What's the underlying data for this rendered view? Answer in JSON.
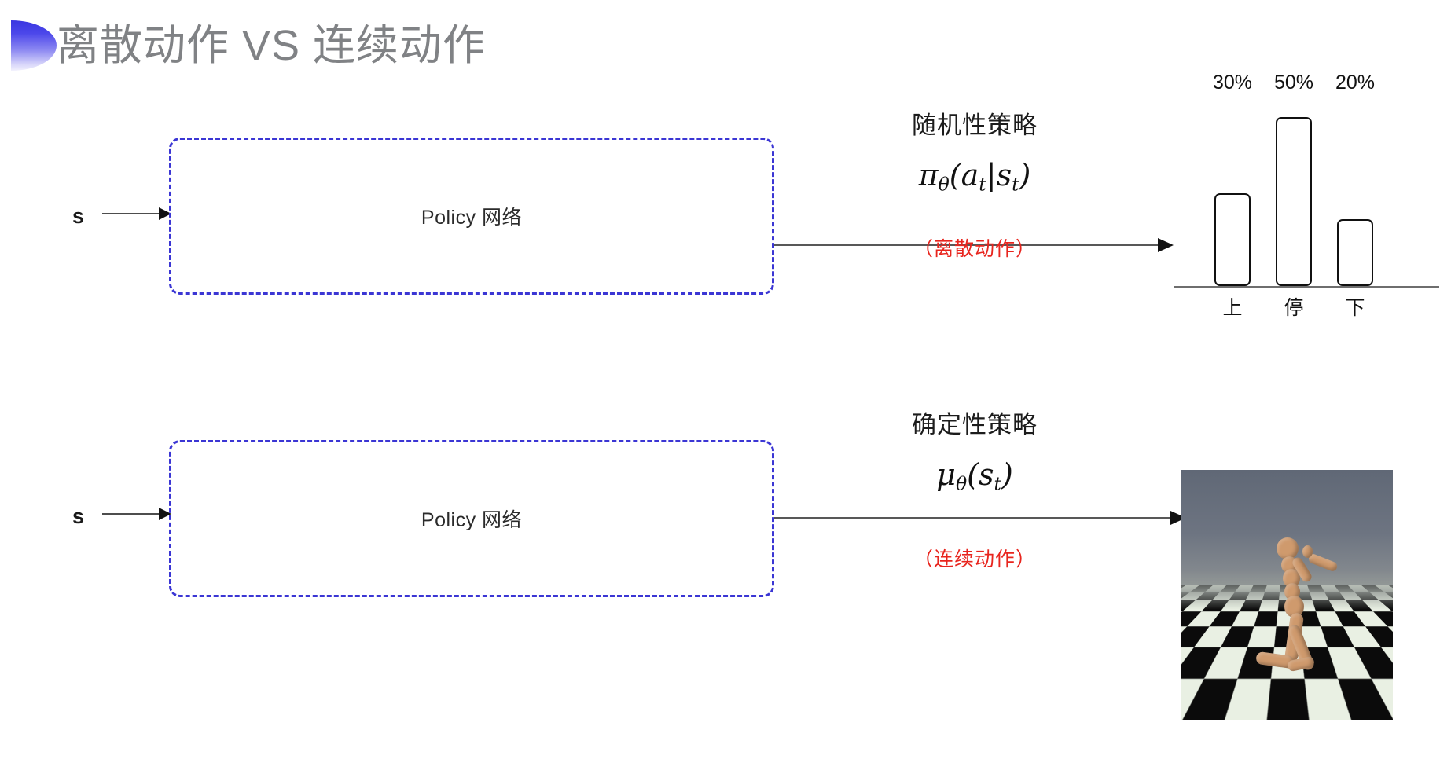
{
  "slide": {
    "title": "离散动作 VS 连续动作",
    "bullet_icon": "half-circle-bullet-icon",
    "title_color": "#808285",
    "accent_color": "#3b36d4",
    "caption_color": "#e8251e",
    "background": "#ffffff"
  },
  "rows": {
    "discrete": {
      "input_label": "s",
      "box_label": "Policy 网络",
      "annot_title": "随机性策略",
      "formula": {
        "main": "π",
        "sub1": "θ",
        "args_open": "(",
        "a": "a",
        "a_sub": "t",
        "bar": "|",
        "s": "s",
        "s_sub": "t",
        "args_close": ")"
      },
      "caption": "（离散动作）"
    },
    "continuous": {
      "input_label": "s",
      "box_label": "Policy 网络",
      "annot_title": "确定性策略",
      "formula": {
        "main": "μ",
        "sub1": "θ",
        "args_open": "(",
        "s": "s",
        "s_sub": "t",
        "args_close": ")"
      },
      "caption": "（连续动作）",
      "sim_image_alt": "humanoid-simulation-checkerboard"
    }
  },
  "chart_data": {
    "type": "bar",
    "title": "",
    "xlabel": "",
    "ylabel": "",
    "categories": [
      "上",
      "停",
      "下"
    ],
    "values": [
      30,
      50,
      20
    ],
    "value_labels": [
      "30%",
      "50%",
      "20%"
    ],
    "ylim": [
      0,
      60
    ],
    "grid": false,
    "legend": "none",
    "bar_fill": "#ffffff",
    "bar_stroke": "#111111",
    "axis_color": "#6e6e6e"
  }
}
